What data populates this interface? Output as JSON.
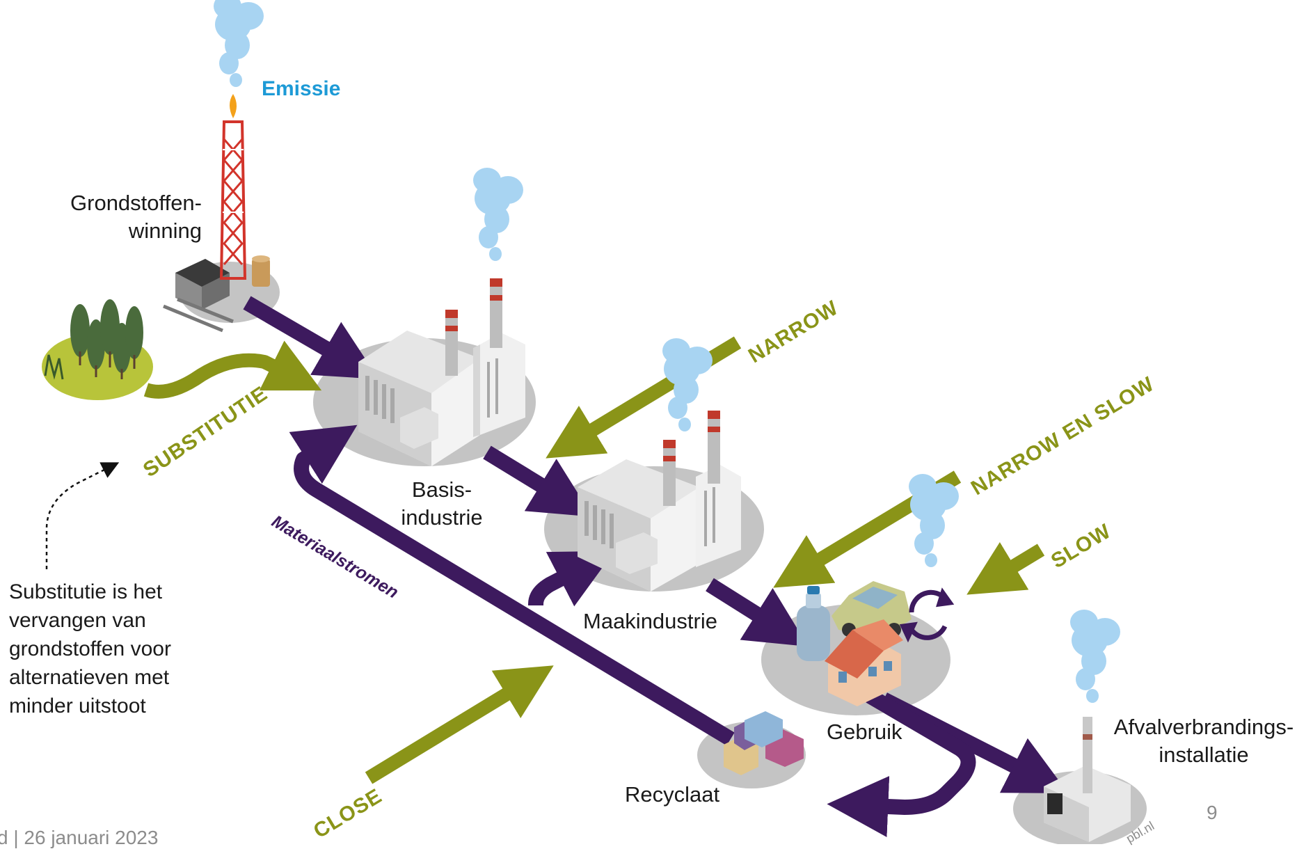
{
  "labels": {
    "emissie": "Emissie",
    "grondstoffen_line1": "Grondstoffen-",
    "grondstoffen_line2": "winning",
    "basis_line1": "Basis-",
    "basis_line2": "industrie",
    "maakindustrie": "Maakindustrie",
    "gebruik": "Gebruik",
    "recyclaat": "Recyclaat",
    "afval_line1": "Afvalverbrandings-",
    "afval_line2": "installatie"
  },
  "strategies": {
    "substitutie": "SUBSTITUTIE",
    "narrow": "NARROW",
    "narrow_en_slow": "NARROW EN SLOW",
    "slow": "SLOW",
    "close": "CLOSE"
  },
  "flow_label": "Materiaalstromen",
  "note_lines": [
    "Substitutie is het",
    "vervangen van",
    "grondstoffen voor",
    "alternatieven met",
    "minder uitstoot"
  ],
  "footer": "d | 26 januari 2023",
  "page_number": "9",
  "watermark": "pbl.nl",
  "colors": {
    "purple": "#3d1a5e",
    "olive": "#8a9418",
    "smoke": "#a8d4f2",
    "platform": "#c4c4c4",
    "emission_blue": "#1d9ad6"
  }
}
